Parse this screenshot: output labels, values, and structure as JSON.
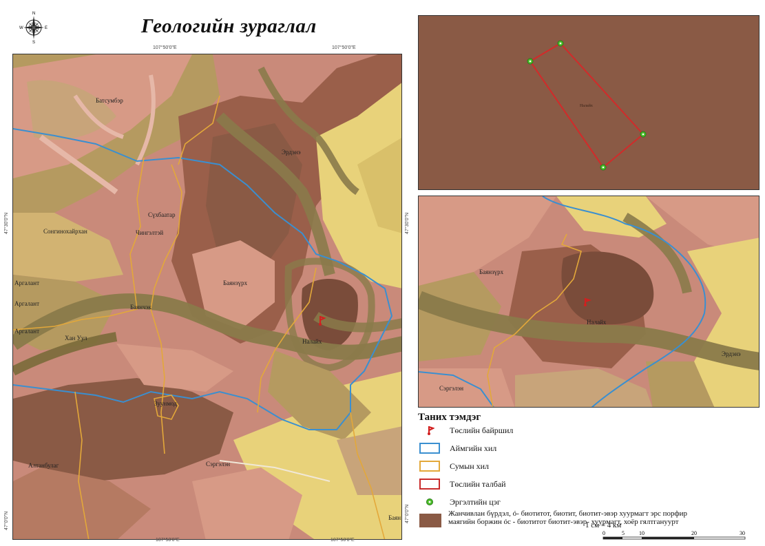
{
  "title": "Геологийн зураглал",
  "compass": {
    "n": "N",
    "s": "S",
    "e": "E",
    "w": "W"
  },
  "main_map": {
    "ticks_top": [
      "107°50'0\"E",
      "107°50'0\"E"
    ],
    "ticks_left": [
      "47°30'0\"N",
      "47°0'0\"N"
    ],
    "ticks_right": [
      "47°30'0\"N",
      "47°0'0\"N"
    ],
    "ticks_bottom": [
      "107°50'0\"E",
      "107°50'0\"E"
    ],
    "places": {
      "batsumber": "Батсумбэр",
      "erdene": "Эрдэнэ",
      "sukhbaatar": "Сүхбаатар",
      "songino": "Сонгинохайрхан",
      "chingeltei": "Чингэлтэй",
      "argalant1": "Аргалант",
      "argalant2": "Аргалант",
      "argalant3": "Аргалант",
      "bayantsogt": "Баянзүрх",
      "bayanchuk": "Баянчэк",
      "nalaikh": "Налайх",
      "khan_uul": "Хан Уул",
      "zuunmod": "Зуунмод",
      "altanbulag": "Алтанбулаг",
      "sergelen": "Сэргэлэн",
      "bayan": "Баян"
    }
  },
  "inset_top": {
    "label": "Налайх"
  },
  "inset_mid": {
    "places": {
      "bayanzurkh": "Баянзүрх",
      "nalaikh": "Налайх",
      "erdene": "Эрдэнэ",
      "sergelen": "Сэргэлэн"
    }
  },
  "legend": {
    "title": "Таних тэмдэг",
    "items": [
      {
        "label": "Төслийн байршил",
        "symbol": "pin",
        "color": "#d21f1f"
      },
      {
        "label": "Аймгийн хил",
        "symbol": "outline",
        "color": "#3a8fd0"
      },
      {
        "label": "Сумын хил",
        "symbol": "outline",
        "color": "#e3a83a"
      },
      {
        "label": "Төслийн талбай",
        "symbol": "outline",
        "color": "#c92a2a"
      },
      {
        "label": "Эргэлтийн цэг",
        "symbol": "dot",
        "color": "#4cbf2a"
      }
    ],
    "geology_color": "#8a5a45",
    "geology_desc": "Жанчивлан бүрдэл, ó- биотитот, биотит, биотит-эвэр хуурмагт эрс порфир маягийн боржин óс - биотитот биотит-эвэр- хуурмагт, хоёр гялтгануурт"
  },
  "scale": {
    "text": "1 см = 4 км",
    "labels": [
      "0",
      "5",
      "10",
      "20",
      "30"
    ]
  },
  "colors": {
    "geo_brown": "#8a5a45",
    "geo_pink": "#d79a86",
    "geo_olive": "#8a7a4a",
    "geo_khaki": "#b59a60",
    "geo_yellow": "#e8d27a",
    "geo_tan": "#c8a47a",
    "geo_rose": "#c98a7a",
    "province_border": "#3a8fd0",
    "soum_border": "#e3a83a",
    "project_area": "#c92a2a",
    "turn_point": "#4cbf2a"
  }
}
